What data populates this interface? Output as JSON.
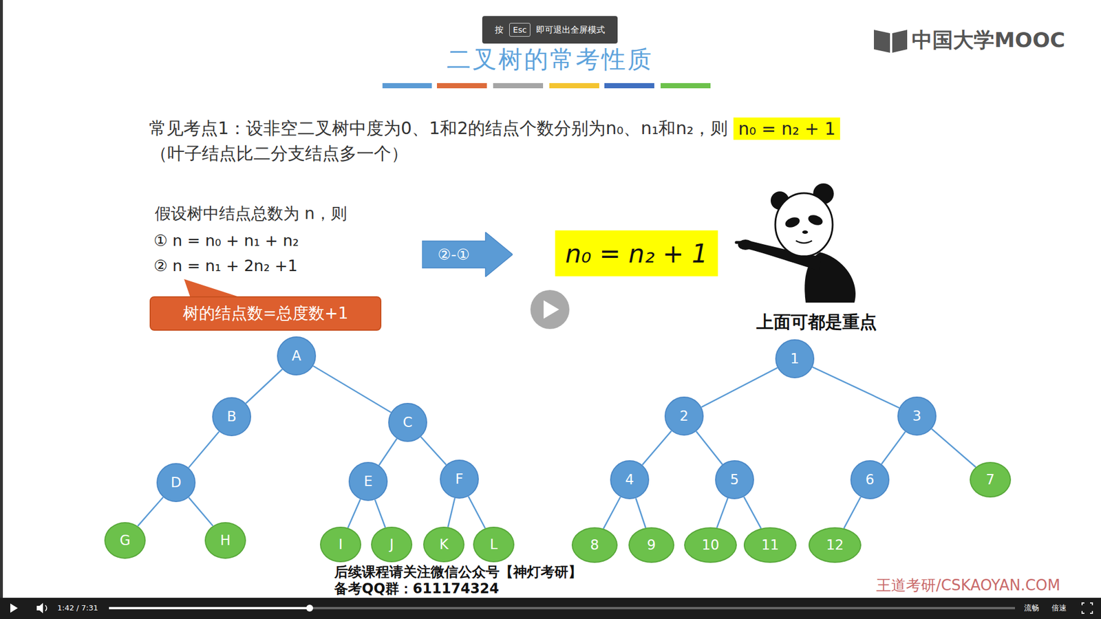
{
  "diagram": {
    "title": "二叉树的常考性质",
    "nodes": [
      {
        "text": [
          "按",
          "即可退出全屏模式"
        ]
      },
      {
        "text": [
          "Esc"
        ],
        "in": 0
      },
      {
        "text": [
          "n₀ = n₂ + 1"
        ]
      },
      {
        "text": [
          "树的结点数=总度数+1"
        ]
      },
      {
        "text": [
          "②-①"
        ]
      },
      {
        "text": [
          "n₀ = n₂ + 1"
        ]
      },
      {
        "text": [
          "A"
        ]
      },
      {
        "text": [
          "B"
        ]
      },
      {
        "text": [
          "C"
        ]
      },
      {
        "text": [
          "D"
        ]
      },
      {
        "text": [
          "E"
        ]
      },
      {
        "text": [
          "F"
        ]
      },
      {
        "text": [
          "G"
        ]
      },
      {
        "text": [
          "H"
        ]
      },
      {
        "text": [
          "I"
        ]
      },
      {
        "text": [
          "J"
        ]
      },
      {
        "text": [
          "K"
        ]
      },
      {
        "text": [
          "L"
        ]
      },
      {
        "text": [
          "1"
        ]
      },
      {
        "text": [
          "2"
        ]
      },
      {
        "text": [
          "3"
        ]
      },
      {
        "text": [
          "4"
        ]
      },
      {
        "text": [
          "5"
        ]
      },
      {
        "text": [
          "6"
        ]
      },
      {
        "text": [
          "7"
        ]
      },
      {
        "text": [
          "8"
        ]
      },
      {
        "text": [
          "9"
        ]
      },
      {
        "text": [
          "10"
        ]
      },
      {
        "text": [
          "11"
        ]
      },
      {
        "text": [
          "12"
        ]
      }
    ],
    "edges": [
      {
        "from": 6,
        "to": 7,
        "arrow": "none"
      },
      {
        "from": 6,
        "to": 8,
        "arrow": "none"
      },
      {
        "from": 7,
        "to": 9,
        "arrow": "none"
      },
      {
        "from": 8,
        "to": 10,
        "arrow": "none"
      },
      {
        "from": 8,
        "to": 11,
        "arrow": "none"
      },
      {
        "from": 9,
        "to": 12,
        "arrow": "none"
      },
      {
        "from": 9,
        "to": 13,
        "arrow": "none"
      },
      {
        "from": 10,
        "to": 14,
        "arrow": "none"
      },
      {
        "from": 10,
        "to": 15,
        "arrow": "none"
      },
      {
        "from": 11,
        "to": 16,
        "arrow": "none"
      },
      {
        "from": 11,
        "to": 17,
        "arrow": "none"
      },
      {
        "from": 18,
        "to": 19,
        "arrow": "none"
      },
      {
        "from": 18,
        "to": 20,
        "arrow": "none"
      },
      {
        "from": 19,
        "to": 21,
        "arrow": "none"
      },
      {
        "from": 19,
        "to": 22,
        "arrow": "none"
      },
      {
        "from": 20,
        "to": 23,
        "arrow": "none"
      },
      {
        "from": 20,
        "to": 24,
        "arrow": "none"
      },
      {
        "from": 21,
        "to": 25,
        "arrow": "none"
      },
      {
        "from": 21,
        "to": 26,
        "arrow": "none"
      },
      {
        "from": 22,
        "to": 27,
        "arrow": "none"
      },
      {
        "from": 22,
        "to": 28,
        "arrow": "none"
      },
      {
        "from": 23,
        "to": 29,
        "arrow": "none"
      }
    ],
    "labels": [
      "中国大学MOOC",
      "常见考点1：设非空二叉树中度为0、1和2的结点个数分别为n₀、n₁和n₂，则",
      "（叶子结点比二分支结点多一个）",
      "假设树中结点总数为 n，则",
      "① n = n₀ + n₁ + n₂",
      "② n = n₁ + 2n₂ +1",
      "上面可都是重点",
      "后续课程请关注微信公众号【神灯考研】",
      "备考QQ群：611174324",
      "王道考研/CSKAOYAN.COM",
      "1:42 / 7:31",
      "流畅",
      "倍速"
    ]
  }
}
